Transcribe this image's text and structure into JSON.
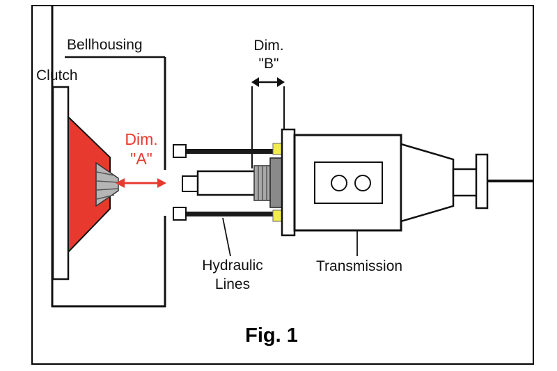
{
  "figure": {
    "caption": "Fig. 1"
  },
  "labels": {
    "bellhousing": "Bellhousing",
    "clutch": "Clutch",
    "dim_a": {
      "line1": "Dim.",
      "line2": "\"A\""
    },
    "dim_b": {
      "line1": "Dim.",
      "line2": "\"B\""
    },
    "hydraulic": {
      "line1": "Hydraulic",
      "line2": "Lines"
    },
    "transmission": "Transmission"
  },
  "colors": {
    "clutch_red": "#e8392f",
    "fitting_yellow": "#f2ec4c",
    "line_black": "#111111",
    "spline_gray": "#a8a8a8"
  }
}
